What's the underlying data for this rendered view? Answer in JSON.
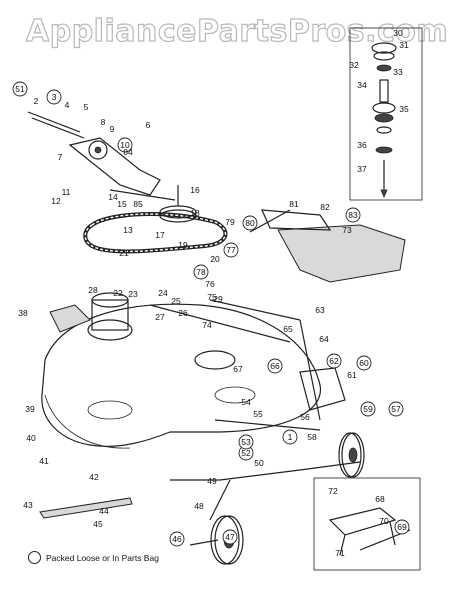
{
  "watermark": "AppliancePartsPros.com",
  "legend": {
    "text": "Packed Loose or In Parts Bag"
  },
  "callouts": [
    "1",
    "2",
    "3",
    "4",
    "5",
    "6",
    "7",
    "8",
    "9",
    "10",
    "11",
    "12",
    "13",
    "14",
    "15",
    "16",
    "17",
    "18",
    "19",
    "20",
    "21",
    "22",
    "23",
    "24",
    "25",
    "26",
    "27",
    "28",
    "29",
    "30",
    "31",
    "32",
    "33",
    "34",
    "35",
    "36",
    "37",
    "38",
    "39",
    "40",
    "41",
    "42",
    "43",
    "44",
    "45",
    "46",
    "47",
    "48",
    "49",
    "50",
    "51",
    "52",
    "53",
    "54",
    "55",
    "56",
    "57",
    "58",
    "59",
    "60",
    "61",
    "62",
    "63",
    "64",
    "65",
    "66",
    "67",
    "68",
    "69",
    "70",
    "71",
    "72",
    "73",
    "74",
    "75",
    "76",
    "77",
    "78",
    "79",
    "80",
    "81",
    "82",
    "83",
    "84",
    "85"
  ]
}
